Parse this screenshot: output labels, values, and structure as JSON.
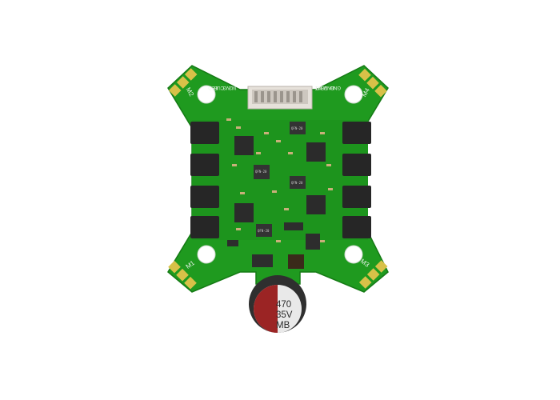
{
  "board": {
    "motor_labels": {
      "m1": "M1",
      "m2": "M2",
      "m3": "M3",
      "m4": "M4"
    },
    "connector_pins_left": [
      "M2",
      "M3",
      "CUR",
      "LED"
    ],
    "connector_pins_right": [
      "GND",
      "GND",
      "VBAT",
      "M1"
    ],
    "chip_labels": [
      "QFN-20",
      "QFN-20",
      "QFN-20",
      "QFN-20"
    ]
  },
  "capacitor": {
    "line1": "470",
    "line2": "35V",
    "line3": "MB",
    "sleeve_color": "#9b2424"
  },
  "colors": {
    "pcb": "#1f9a1f",
    "pad": "#d8c148",
    "mosfet": "#262626"
  }
}
